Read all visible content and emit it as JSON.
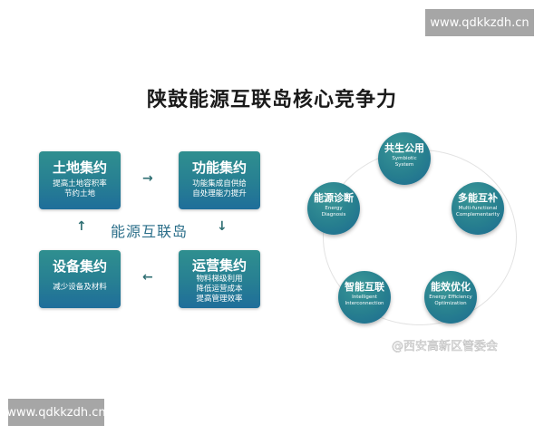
{
  "watermark": {
    "top": "www.qdkkzdh.cn",
    "bottom": "www.qdkkzdh.cn"
  },
  "title": "陕鼓能源互联岛核心竞争力",
  "flow": {
    "center_label": "能源互联岛",
    "boxes": [
      {
        "title": "土地集约",
        "lines": [
          "提高土地容积率",
          "节约土地"
        ]
      },
      {
        "title": "功能集约",
        "lines": [
          "功能集成自供给",
          "自处理能力提升"
        ]
      },
      {
        "title": "设备集约",
        "lines": [
          "减少设备及材料"
        ]
      },
      {
        "title": "运营集约",
        "lines": [
          "物料梯级利用",
          "降低运营成本",
          "提高管理效率"
        ]
      }
    ],
    "arrows": {
      "right": "→",
      "down": "↓",
      "left": "←",
      "up": "↑"
    }
  },
  "cycle": {
    "nodes": [
      {
        "title": "共生公用",
        "en1": "Symbiotic",
        "en2": "System"
      },
      {
        "title": "多能互补",
        "en1": "Multi-functional",
        "en2": "Complementarity"
      },
      {
        "title": "能效优化",
        "en1": "Energy Efficiency",
        "en2": "Optimization"
      },
      {
        "title": "智能互联",
        "en1": "Intelligent",
        "en2": "Interconnection"
      },
      {
        "title": "能源诊断",
        "en1": "Energy",
        "en2": "Diagnosis"
      }
    ]
  },
  "credit": "@西安高新区管委会"
}
